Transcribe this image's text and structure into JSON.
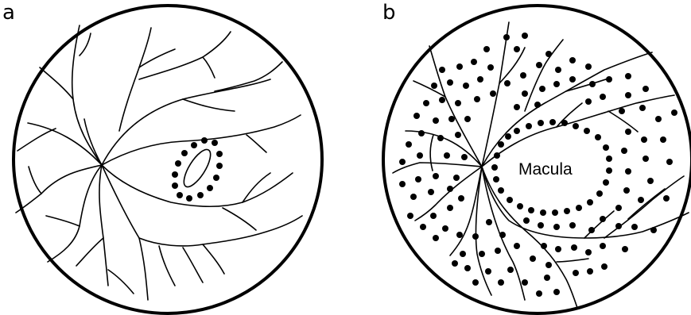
{
  "panels": [
    {
      "label": "a"
    },
    {
      "label": "b",
      "center_label": "Macula"
    }
  ]
}
